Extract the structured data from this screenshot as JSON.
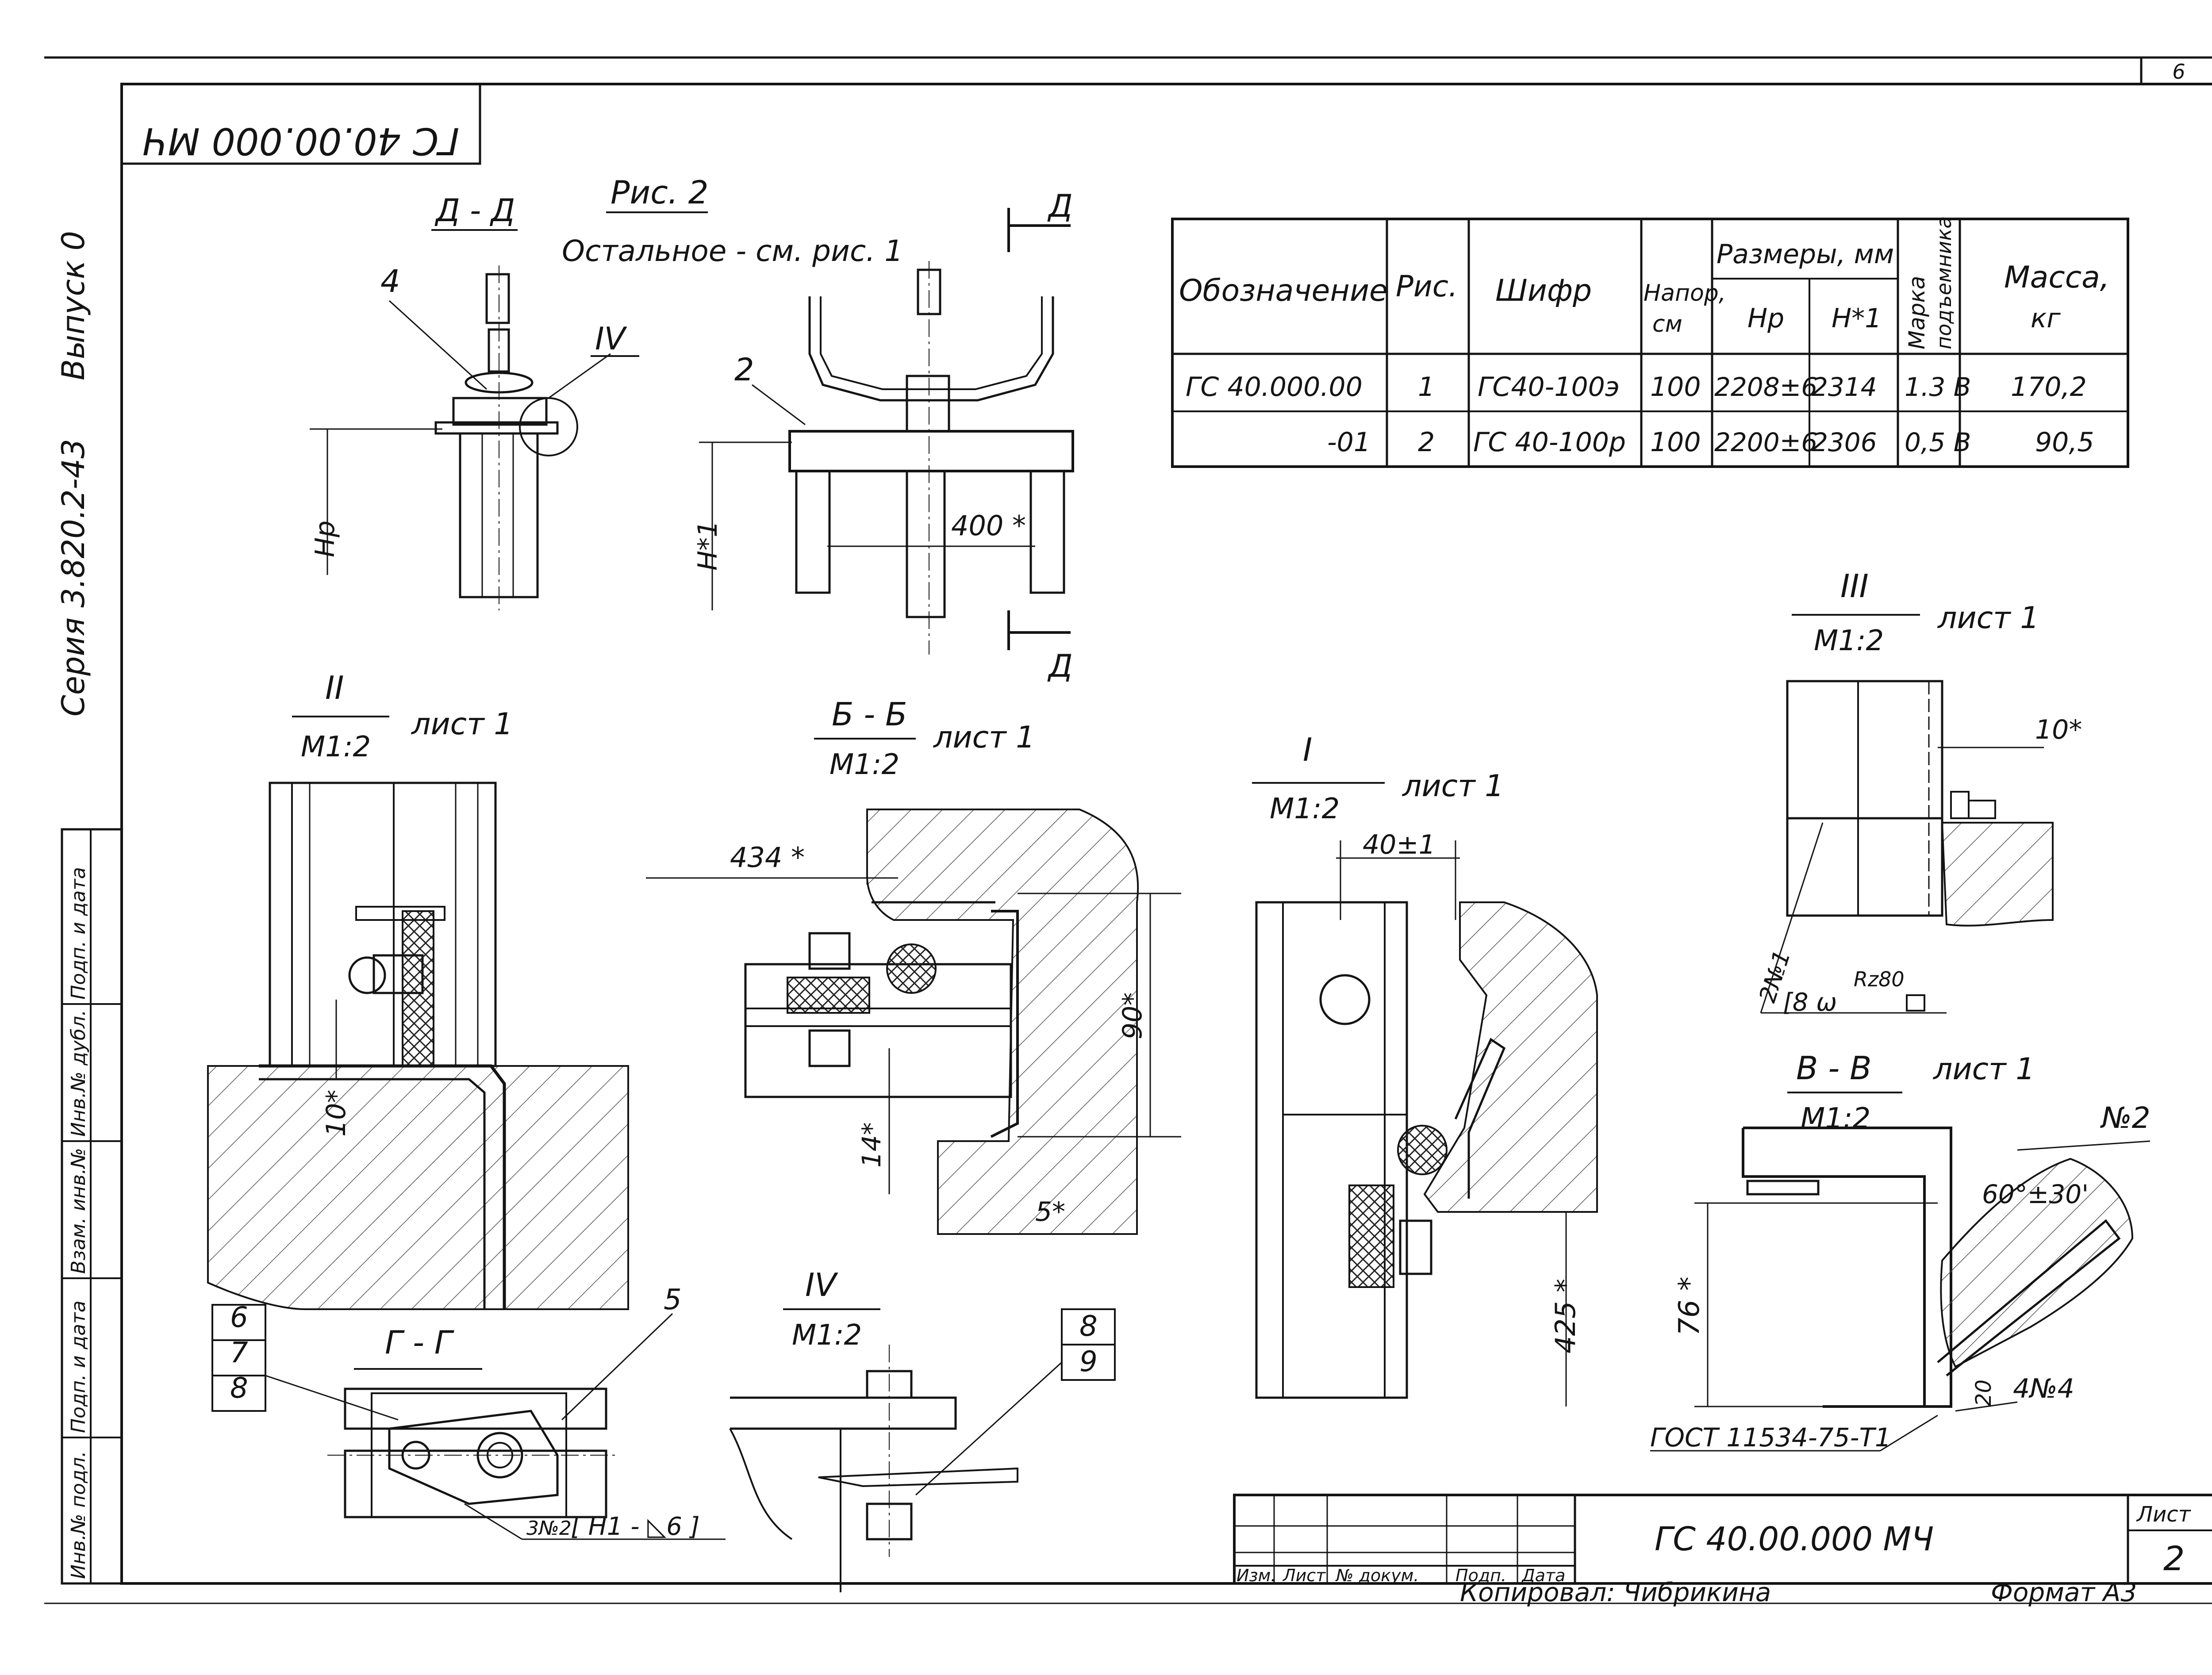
{
  "sheet": {
    "page_number": "6",
    "format": "Формат А3",
    "copied_by": "Копировал: Чибрикина"
  },
  "margin": {
    "series": "Серия 3.820.2-43",
    "issue": "Выпуск 0",
    "side_stamp": [
      "Инв.№ подл.",
      "Подп. и дата",
      "Взам. инв.№",
      "Инв.№ дубл.",
      "Подп. и дата"
    ]
  },
  "top_stamp": "ГС 40.00.000 МЧ",
  "figure2": {
    "caption": "Рис. 2",
    "note": "Остальное - см. рис. 1",
    "section_dd": "Д - Д",
    "callout_4": "4",
    "callout_iv": "IV",
    "callout_2": "2",
    "dim_hp": "Hp",
    "dim_h1": "H*1",
    "dim_400": "400 *",
    "cut_mark_top": "Д",
    "cut_mark_bottom": "Д"
  },
  "table": {
    "headers": {
      "designation": "Обозначение",
      "fig": "Рис.",
      "code": "Шифр",
      "head": [
        "Напор,",
        "см"
      ],
      "dims": "Размеры, мм",
      "hp": "Hp",
      "h1": "H*1",
      "hoist": [
        "Марка",
        "подъемника"
      ],
      "mass": [
        "Масса,",
        "кг"
      ]
    },
    "rows": [
      {
        "designation": "ГС 40.000.00",
        "fig": "1",
        "code": "ГС40-100э",
        "head": "100",
        "hp": "2208±6",
        "h1": "2314",
        "hoist": "1.3 В",
        "mass": "170,2"
      },
      {
        "designation": "-01",
        "fig": "2",
        "code": "ГС 40-100р",
        "head": "100",
        "hp": "2200±6",
        "h1": "2306",
        "hoist": "0,5 В",
        "mass": "90,5"
      }
    ]
  },
  "view_ii": {
    "roman": "II",
    "scale": "М1:2",
    "ref": "лист 1",
    "dim": "10*"
  },
  "section_bb": {
    "title": "Б - Б",
    "scale": "М1:2",
    "ref": "лист 1",
    "dim_434": "434 *",
    "dim_90": "90*",
    "dim_14": "14*",
    "dim_5": "5*"
  },
  "view_i": {
    "roman": "I",
    "scale": "М1:2",
    "ref": "лист 1",
    "dim_40": "40±1",
    "dim_425": "425 *"
  },
  "view_iii": {
    "roman": "III",
    "scale": "М1:2",
    "ref": "лист 1",
    "dim_10": "10*",
    "weld": "2№1",
    "weld_symbol": "[8 ω",
    "roughness": "Rz80"
  },
  "section_vv": {
    "title": "В - В",
    "scale": "М1:2",
    "ref": "лист 1",
    "no2": "№2",
    "angle": "60°±30'",
    "dim_76": "76 *",
    "dim_20": "20",
    "no4": "4№4",
    "gost": "ГОСТ 11534-75-Т1"
  },
  "section_gg": {
    "title": "Г - Г",
    "callouts": [
      "6",
      "7",
      "8",
      "5"
    ],
    "weld_note": "3№2",
    "weld_spec": "[ Н1 - ◺6 ]"
  },
  "view_iv": {
    "roman": "IV",
    "scale": "М1:2",
    "callout_8": "8",
    "callout_9": "9"
  },
  "title_block": {
    "designation": "ГС 40.00.000 МЧ",
    "sheet_label": "Лист",
    "sheet_no": "2",
    "cols": [
      "Изм.",
      "Лист",
      "№ докум.",
      "Подп.",
      "Дата"
    ]
  }
}
